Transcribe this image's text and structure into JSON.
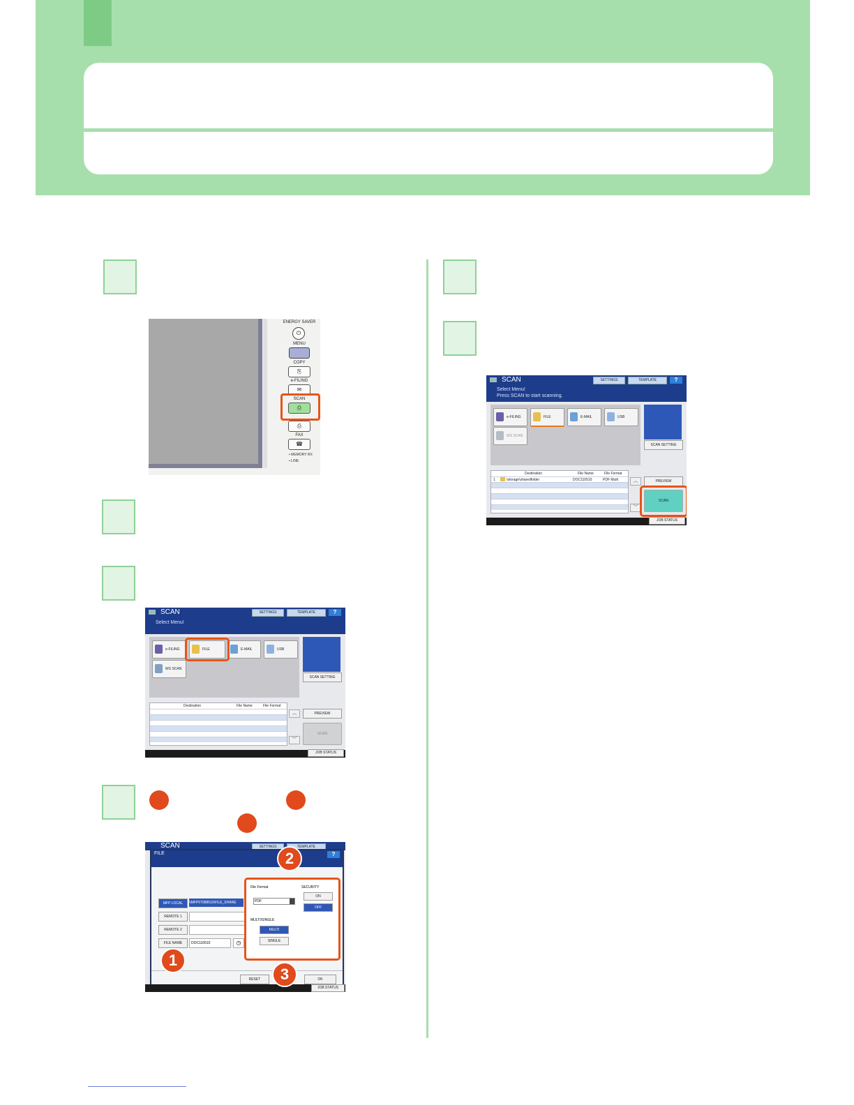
{
  "panel": {
    "energy_saver": "ENERGY SAVER",
    "menu": "MENU",
    "copy": "COPY",
    "efiling": "e-FILING",
    "scan": "SCAN",
    "fax": "FAX",
    "memory_rx": "MEMORY RX",
    "line": "LINE"
  },
  "scan_screen_a": {
    "title": "SCAN",
    "settings": "SETTINGS",
    "template": "TEMPLATE",
    "help": "?",
    "message": "Select Menu!",
    "buttons": [
      "e-FILING",
      "FILE",
      "E-MAIL",
      "USB",
      "WS SCAN"
    ],
    "scan_setting": "SCAN SETTING",
    "columns": [
      "Destination",
      "File Name",
      "File Format"
    ],
    "preview": "PREVIEW",
    "scan": "SCAN",
    "job_status": "JOB STATUS"
  },
  "file_screen": {
    "title": "SCAN",
    "settings": "SETTINGS",
    "template": "TEMPLATE",
    "help": "?",
    "window_title": "FILE",
    "mfp_local": "MFP LOCAL",
    "mfp_path": "\\\\MFP07088510\\FILE_SHARE",
    "remote1": "REMOTE 1",
    "remote2": "REMOTE 2",
    "file_name_btn": "FILE NAME",
    "file_name_value": "DOC110510",
    "file_format_label": "File Format",
    "file_format_value": "PDF",
    "security_label": "SECURITY",
    "on": "ON",
    "off": "OFF",
    "multi_single_label": "MULTI/SINGLE",
    "multi": "MULTI",
    "single": "SINGLE",
    "reset": "RESET",
    "ok": "OK",
    "job_status": "JOB STATUS",
    "callouts": [
      "1",
      "2",
      "3"
    ]
  },
  "scan_screen_b": {
    "title": "SCAN",
    "settings": "SETTINGS",
    "template": "TEMPLATE",
    "help": "?",
    "message1": "Select Menu!",
    "message2": "Press SCAN to start scanning.",
    "buttons": [
      "e-FILING",
      "FILE",
      "E-MAIL",
      "USB",
      "WS SCAN"
    ],
    "scan_setting": "SCAN SETTING",
    "columns": [
      "Destination",
      "File Name",
      "File Format"
    ],
    "row": {
      "num": "1",
      "dest": "\\storage\\sharedfolder",
      "name": "DOC110510",
      "format": "PDF Multi"
    },
    "preview": "PREVIEW",
    "scan": "SCAN",
    "job_status": "JOB STATUS"
  },
  "colors": {
    "header": "#a7dfac",
    "accent": "#7ecb86",
    "highlight": "#e65418"
  }
}
